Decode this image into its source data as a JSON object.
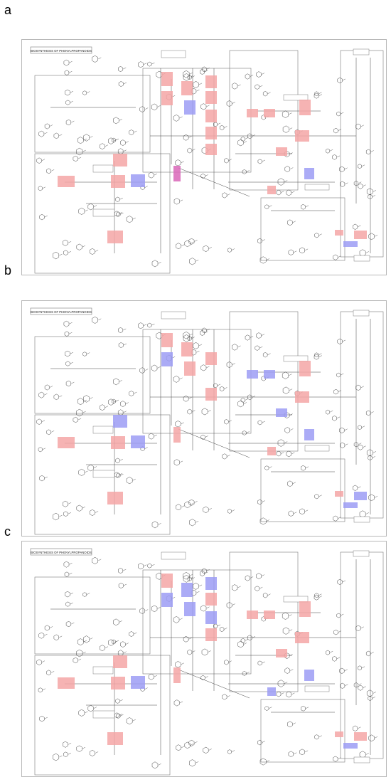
{
  "colors": {
    "up": "#f4a6a6",
    "down": "#9c9cf4",
    "mixed": "#d966b8",
    "line": "#444444",
    "box": "#7a7a7a"
  },
  "panels": [
    {
      "letter": "a",
      "title": "BIOSYNTHESIS OF PHENYLPROPANOIDS",
      "highlights": [
        {
          "slot": 0,
          "state": "up"
        },
        {
          "slot": 1,
          "state": "up"
        },
        {
          "slot": 2,
          "state": "up"
        },
        {
          "slot": 3,
          "state": "down"
        },
        {
          "slot": 4,
          "state": "up"
        },
        {
          "slot": 5,
          "state": "up"
        },
        {
          "slot": 6,
          "state": "up"
        },
        {
          "slot": 7,
          "state": "up"
        },
        {
          "slot": 8,
          "state": "up"
        },
        {
          "slot": 9,
          "state": "mixed"
        },
        {
          "slot": 10,
          "state": "up"
        },
        {
          "slot": 11,
          "state": "up"
        },
        {
          "slot": 12,
          "state": "up"
        },
        {
          "slot": 13,
          "state": "up"
        },
        {
          "slot": 14,
          "state": "up"
        },
        {
          "slot": 15,
          "state": "down"
        },
        {
          "slot": 16,
          "state": "up"
        },
        {
          "slot": 17,
          "state": "up"
        },
        {
          "slot": 18,
          "state": "down"
        },
        {
          "slot": 19,
          "state": "up"
        },
        {
          "slot": 20,
          "state": "up"
        },
        {
          "slot": 21,
          "state": "up"
        },
        {
          "slot": 22,
          "state": "up"
        },
        {
          "slot": 23,
          "state": "up"
        },
        {
          "slot": 24,
          "state": "down"
        }
      ]
    },
    {
      "letter": "b",
      "title": "BIOSYNTHESIS OF PHENYLPROPANOIDS",
      "highlights": [
        {
          "slot": 0,
          "state": "up"
        },
        {
          "slot": 1,
          "state": "down"
        },
        {
          "slot": 2,
          "state": "up"
        },
        {
          "slot": 3,
          "state": "up"
        },
        {
          "slot": 5,
          "state": "up"
        },
        {
          "slot": 7,
          "state": "up"
        },
        {
          "slot": 9,
          "state": "up"
        },
        {
          "slot": 10,
          "state": "down"
        },
        {
          "slot": 11,
          "state": "down"
        },
        {
          "slot": 12,
          "state": "up"
        },
        {
          "slot": 13,
          "state": "up"
        },
        {
          "slot": 14,
          "state": "down"
        },
        {
          "slot": 15,
          "state": "down"
        },
        {
          "slot": 16,
          "state": "down"
        },
        {
          "slot": 17,
          "state": "up"
        },
        {
          "slot": 18,
          "state": "down"
        },
        {
          "slot": 19,
          "state": "up"
        },
        {
          "slot": 20,
          "state": "up"
        },
        {
          "slot": 21,
          "state": "up"
        },
        {
          "slot": 22,
          "state": "down"
        },
        {
          "slot": 23,
          "state": "up"
        },
        {
          "slot": 24,
          "state": "down"
        }
      ]
    },
    {
      "letter": "c",
      "title": "BIOSYNTHESIS OF PHENYLPROPANOIDS",
      "highlights": [
        {
          "slot": 0,
          "state": "up"
        },
        {
          "slot": 1,
          "state": "down"
        },
        {
          "slot": 2,
          "state": "down"
        },
        {
          "slot": 3,
          "state": "down"
        },
        {
          "slot": 4,
          "state": "down"
        },
        {
          "slot": 5,
          "state": "up"
        },
        {
          "slot": 6,
          "state": "down"
        },
        {
          "slot": 7,
          "state": "up"
        },
        {
          "slot": 9,
          "state": "up"
        },
        {
          "slot": 10,
          "state": "up"
        },
        {
          "slot": 11,
          "state": "up"
        },
        {
          "slot": 12,
          "state": "up"
        },
        {
          "slot": 13,
          "state": "up"
        },
        {
          "slot": 14,
          "state": "up"
        },
        {
          "slot": 15,
          "state": "down"
        },
        {
          "slot": 16,
          "state": "up"
        },
        {
          "slot": 17,
          "state": "up"
        },
        {
          "slot": 18,
          "state": "down"
        },
        {
          "slot": 19,
          "state": "up"
        },
        {
          "slot": 20,
          "state": "up"
        },
        {
          "slot": 21,
          "state": "down"
        },
        {
          "slot": 22,
          "state": "up"
        },
        {
          "slot": 23,
          "state": "up"
        },
        {
          "slot": 24,
          "state": "down"
        }
      ]
    }
  ]
}
